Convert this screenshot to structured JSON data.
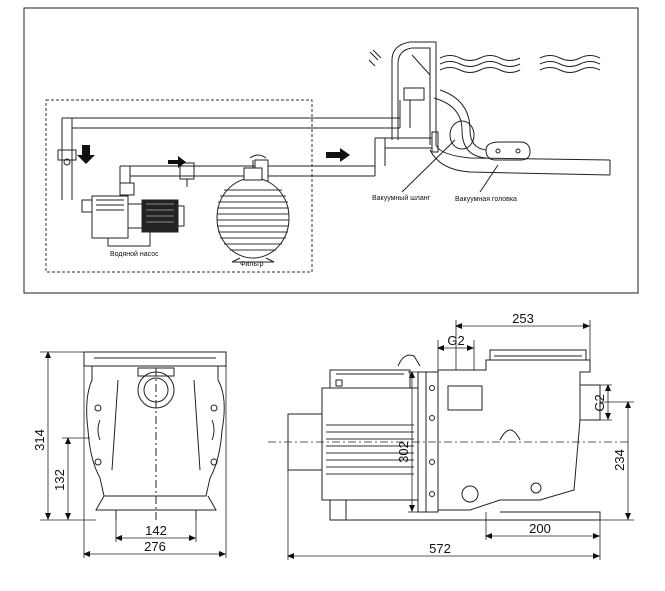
{
  "schematic": {
    "labels": {
      "pump": "Водяной насос",
      "filter": "Фильтр",
      "vacuum_hose": "Вакуумный шланг",
      "vacuum_head": "Вакуумная головка"
    }
  },
  "dimensions": {
    "side_height": "314",
    "side_axis_height": "132",
    "side_base_inner": "142",
    "side_base_width": "276",
    "front_outlet_offset": "253",
    "front_g2_top": "G2",
    "front_g2_right": "G2",
    "front_height": "302",
    "front_inlet_height": "234",
    "front_base_offset": "200",
    "front_total_length": "572"
  }
}
